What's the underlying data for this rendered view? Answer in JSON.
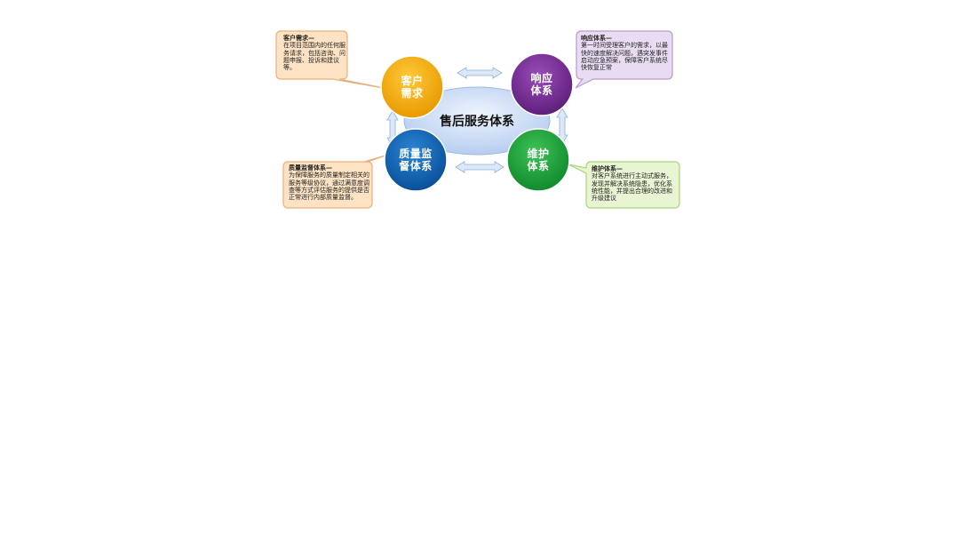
{
  "diagram": {
    "center": {
      "label": "售后服务体系"
    },
    "nodes": [
      {
        "id": "customer",
        "label_line1": "客户",
        "label_line2": "需求",
        "color": "#f5a800"
      },
      {
        "id": "response",
        "label_line1": "响应",
        "label_line2": "体系",
        "color": "#7a2f97"
      },
      {
        "id": "maintenance",
        "label_line1": "维护",
        "label_line2": "体系",
        "color": "#1fa23a"
      },
      {
        "id": "quality",
        "label_line1": "质量监",
        "label_line2": "督体系",
        "color": "#0b63b5"
      }
    ],
    "callouts": [
      {
        "id": "customer-callout",
        "title": "客户需求—",
        "body": "在项目范围内的任何服务请求，包括咨询、问题申报、投诉和建议等。",
        "fill": "#fde3c3",
        "stroke": "#e8b07a"
      },
      {
        "id": "response-callout",
        "title": "响应体系—",
        "body": "第一时间受理客户的需求，以最快的速度解决问题，遇突发事件启动应急预案，保障客户系统尽快恢复正常",
        "fill": "#e9dcf2",
        "stroke": "#b79ad0"
      },
      {
        "id": "quality-callout",
        "title": "质量监督体系—",
        "body": "为保障服务的质量制定相关的服务等级协议，通过满意度调查等方式评估服务的提供是否正常进行内部质量监督。",
        "fill": "#fde3c3",
        "stroke": "#e8b07a"
      },
      {
        "id": "maintenance-callout",
        "title": "维护体系—",
        "body": "对客户系统进行主动式服务，发现并解决系统隐患，优化系统性能，并提出合理的改进和升级建议",
        "fill": "#e7f5d2",
        "stroke": "#a9d37e"
      }
    ],
    "colors": {
      "center_fill": "#c9dcf7",
      "arrow_fill": "#dce8f7",
      "arrow_stroke": "#8fb0d8"
    }
  }
}
